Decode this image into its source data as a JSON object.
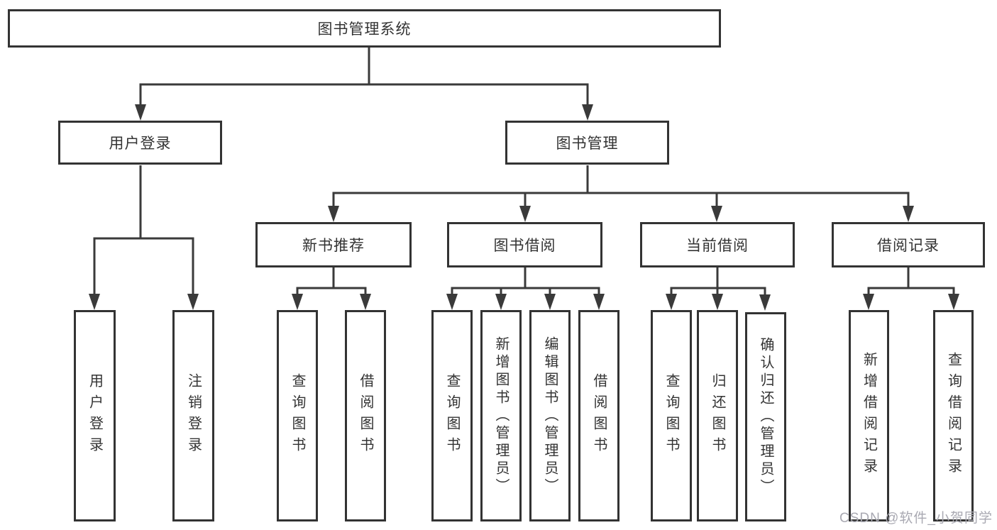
{
  "colors": {
    "line": "#3a3a3a",
    "box_border": "#333333",
    "box_fill": "#ffffff",
    "text": "#333333",
    "watermark": "#a9a9b2"
  },
  "watermark": {
    "text": "CSDN @软件_小贺同学"
  },
  "tree": {
    "root": {
      "label": "图书管理系统",
      "children": [
        {
          "label": "用户登录",
          "children": [
            {
              "label": "用户登录"
            },
            {
              "label": "注销登录"
            }
          ]
        },
        {
          "label": "图书管理",
          "children": [
            {
              "label": "新书推荐",
              "children": [
                {
                  "label": "查询图书"
                },
                {
                  "label": "借阅图书"
                }
              ]
            },
            {
              "label": "图书借阅",
              "children": [
                {
                  "label": "查询图书"
                },
                {
                  "label": "新增图书（管理员）"
                },
                {
                  "label": "编辑图书（管理员）"
                },
                {
                  "label": "借阅图书"
                }
              ]
            },
            {
              "label": "当前借阅",
              "children": [
                {
                  "label": "查询图书"
                },
                {
                  "label": "归还图书"
                },
                {
                  "label": "确认归还（管理员）"
                }
              ]
            },
            {
              "label": "借阅记录",
              "children": [
                {
                  "label": "新增借阅记录"
                },
                {
                  "label": "查询借阅记录"
                }
              ]
            }
          ]
        }
      ]
    }
  }
}
